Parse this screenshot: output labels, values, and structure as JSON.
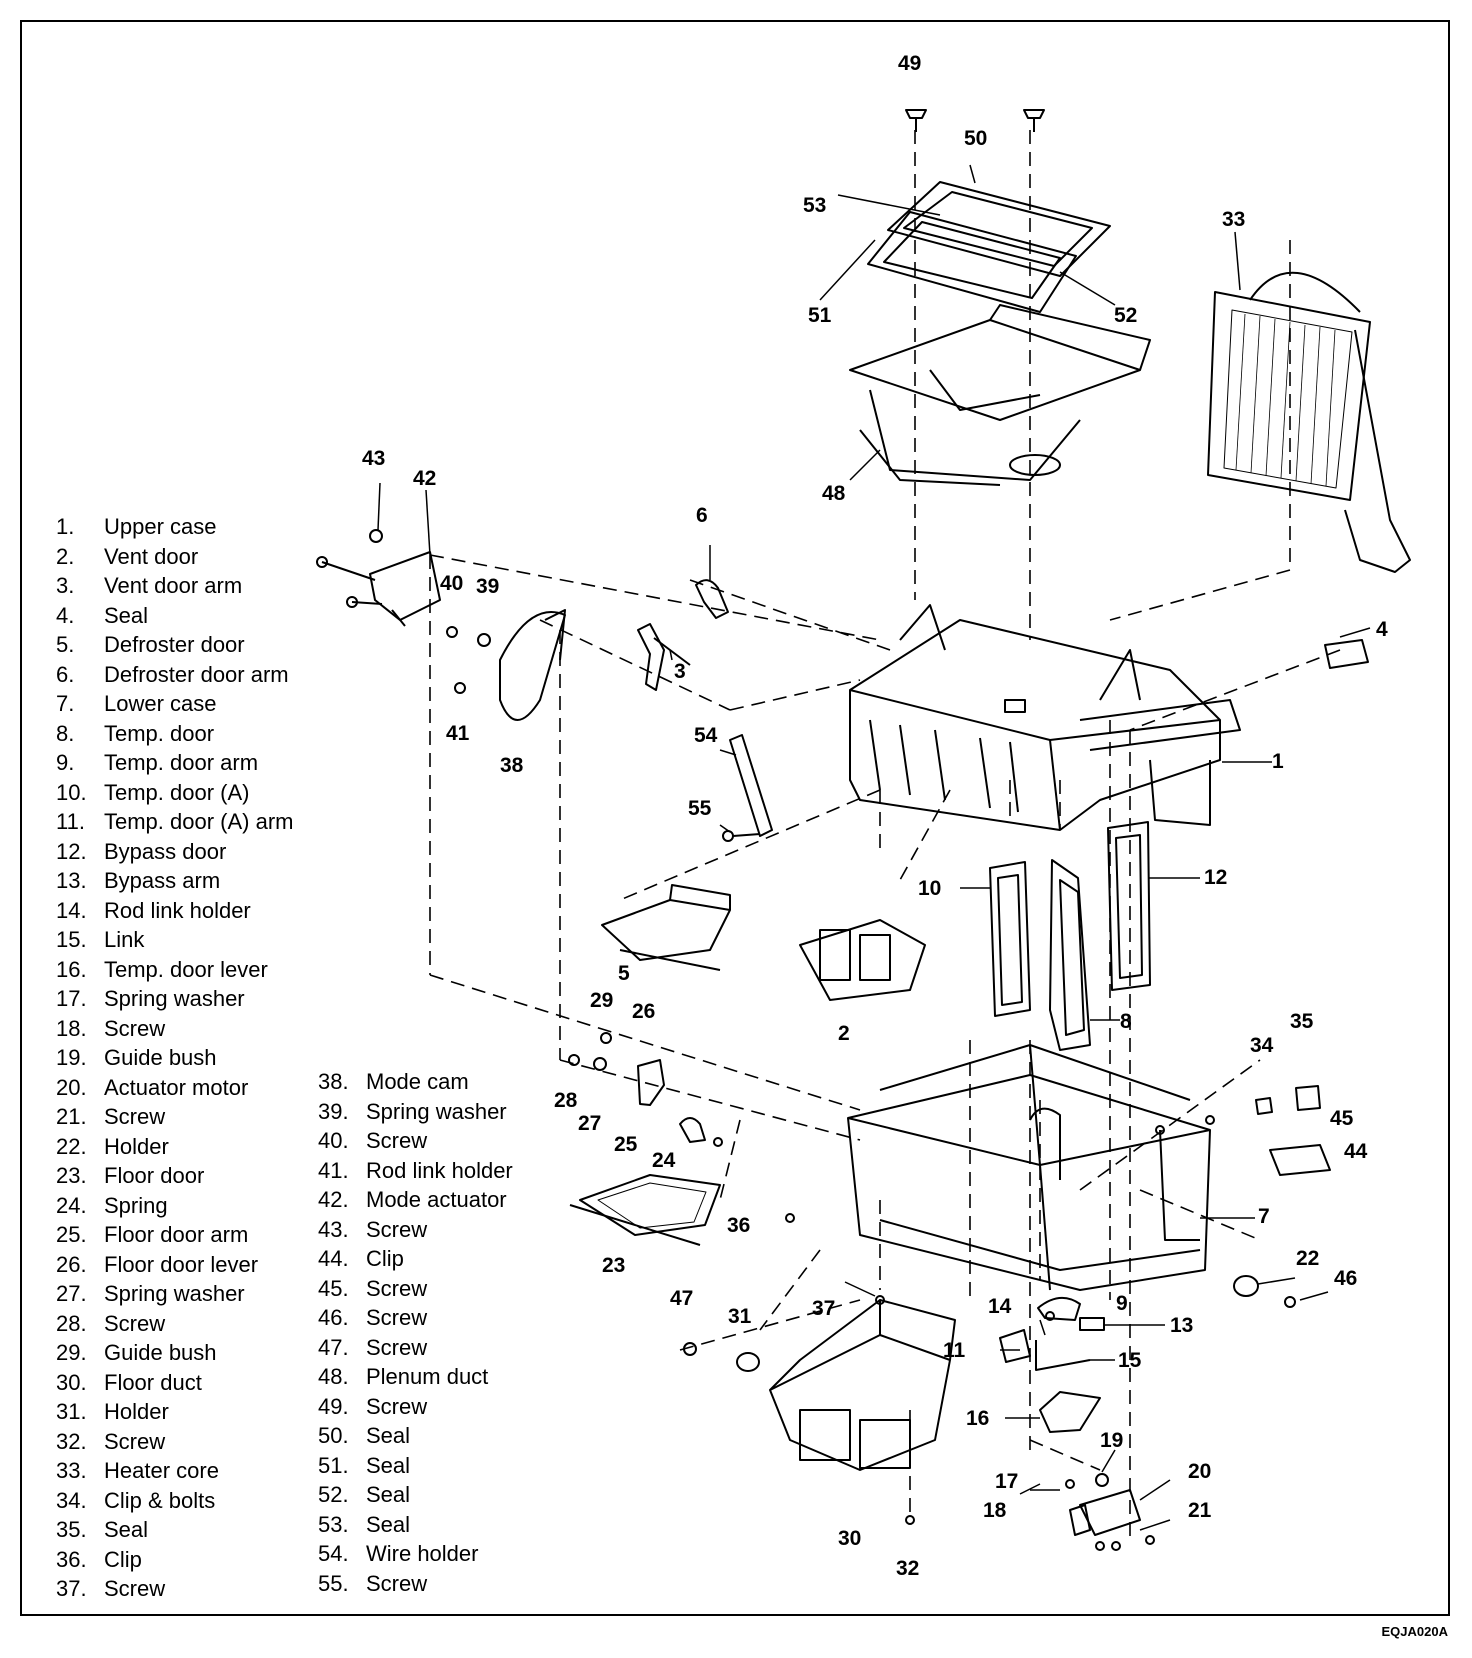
{
  "legend": [
    {
      "n": "1.",
      "label": "Upper case"
    },
    {
      "n": "2.",
      "label": "Vent door"
    },
    {
      "n": "3.",
      "label": "Vent door arm"
    },
    {
      "n": "4.",
      "label": "Seal"
    },
    {
      "n": "5.",
      "label": "Defroster door"
    },
    {
      "n": "6.",
      "label": "Defroster door arm"
    },
    {
      "n": "7.",
      "label": "Lower case"
    },
    {
      "n": "8.",
      "label": "Temp. door"
    },
    {
      "n": "9.",
      "label": "Temp. door arm"
    },
    {
      "n": "10.",
      "label": "Temp. door (A)"
    },
    {
      "n": "11.",
      "label": "Temp. door (A) arm"
    },
    {
      "n": "12.",
      "label": "Bypass door"
    },
    {
      "n": "13.",
      "label": "Bypass arm"
    },
    {
      "n": "14.",
      "label": "Rod link holder"
    },
    {
      "n": "15.",
      "label": "Link"
    },
    {
      "n": "16.",
      "label": "Temp. door lever"
    },
    {
      "n": "17.",
      "label": "Spring washer"
    },
    {
      "n": "18.",
      "label": "Screw"
    },
    {
      "n": "19.",
      "label": "Guide bush"
    },
    {
      "n": "20.",
      "label": "Actuator motor"
    },
    {
      "n": "21.",
      "label": "Screw"
    },
    {
      "n": "22.",
      "label": "Holder"
    },
    {
      "n": "23.",
      "label": "Floor door"
    },
    {
      "n": "24.",
      "label": "Spring"
    },
    {
      "n": "25.",
      "label": "Floor door arm"
    },
    {
      "n": "26.",
      "label": "Floor door lever"
    },
    {
      "n": "27.",
      "label": "Spring washer"
    },
    {
      "n": "28.",
      "label": "Screw"
    },
    {
      "n": "29.",
      "label": "Guide bush"
    },
    {
      "n": "30.",
      "label": "Floor duct"
    },
    {
      "n": "31.",
      "label": "Holder"
    },
    {
      "n": "32.",
      "label": "Screw"
    },
    {
      "n": "33.",
      "label": "Heater core"
    },
    {
      "n": "34.",
      "label": "Clip & bolts"
    },
    {
      "n": "35.",
      "label": "Seal"
    },
    {
      "n": "36.",
      "label": "Clip"
    },
    {
      "n": "37.",
      "label": "Screw"
    },
    {
      "n": "38.",
      "label": "Mode cam"
    },
    {
      "n": "39.",
      "label": "Spring washer"
    },
    {
      "n": "40.",
      "label": "Screw"
    },
    {
      "n": "41.",
      "label": "Rod link holder"
    },
    {
      "n": "42.",
      "label": "Mode actuator"
    },
    {
      "n": "43.",
      "label": "Screw"
    },
    {
      "n": "44.",
      "label": "Clip"
    },
    {
      "n": "45.",
      "label": "Screw"
    },
    {
      "n": "46.",
      "label": "Screw"
    },
    {
      "n": "47.",
      "label": "Screw"
    },
    {
      "n": "48.",
      "label": "Plenum duct"
    },
    {
      "n": "49.",
      "label": "Screw"
    },
    {
      "n": "50.",
      "label": "Seal"
    },
    {
      "n": "51.",
      "label": "Seal"
    },
    {
      "n": "52.",
      "label": "Seal"
    },
    {
      "n": "53.",
      "label": "Seal"
    },
    {
      "n": "54.",
      "label": "Wire holder"
    },
    {
      "n": "55.",
      "label": "Screw"
    }
  ],
  "callouts": [
    "1",
    "2",
    "3",
    "4",
    "5",
    "6",
    "7",
    "8",
    "9",
    "10",
    "11",
    "12",
    "13",
    "14",
    "15",
    "16",
    "17",
    "18",
    "19",
    "20",
    "21",
    "22",
    "23",
    "24",
    "25",
    "26",
    "27",
    "28",
    "29",
    "30",
    "31",
    "32",
    "33",
    "34",
    "35",
    "36",
    "37",
    "38",
    "39",
    "40",
    "41",
    "42",
    "43",
    "44",
    "45",
    "46",
    "47",
    "48",
    "49",
    "50",
    "51",
    "52",
    "53",
    "54",
    "55"
  ],
  "figure_code": "EQJA020A"
}
